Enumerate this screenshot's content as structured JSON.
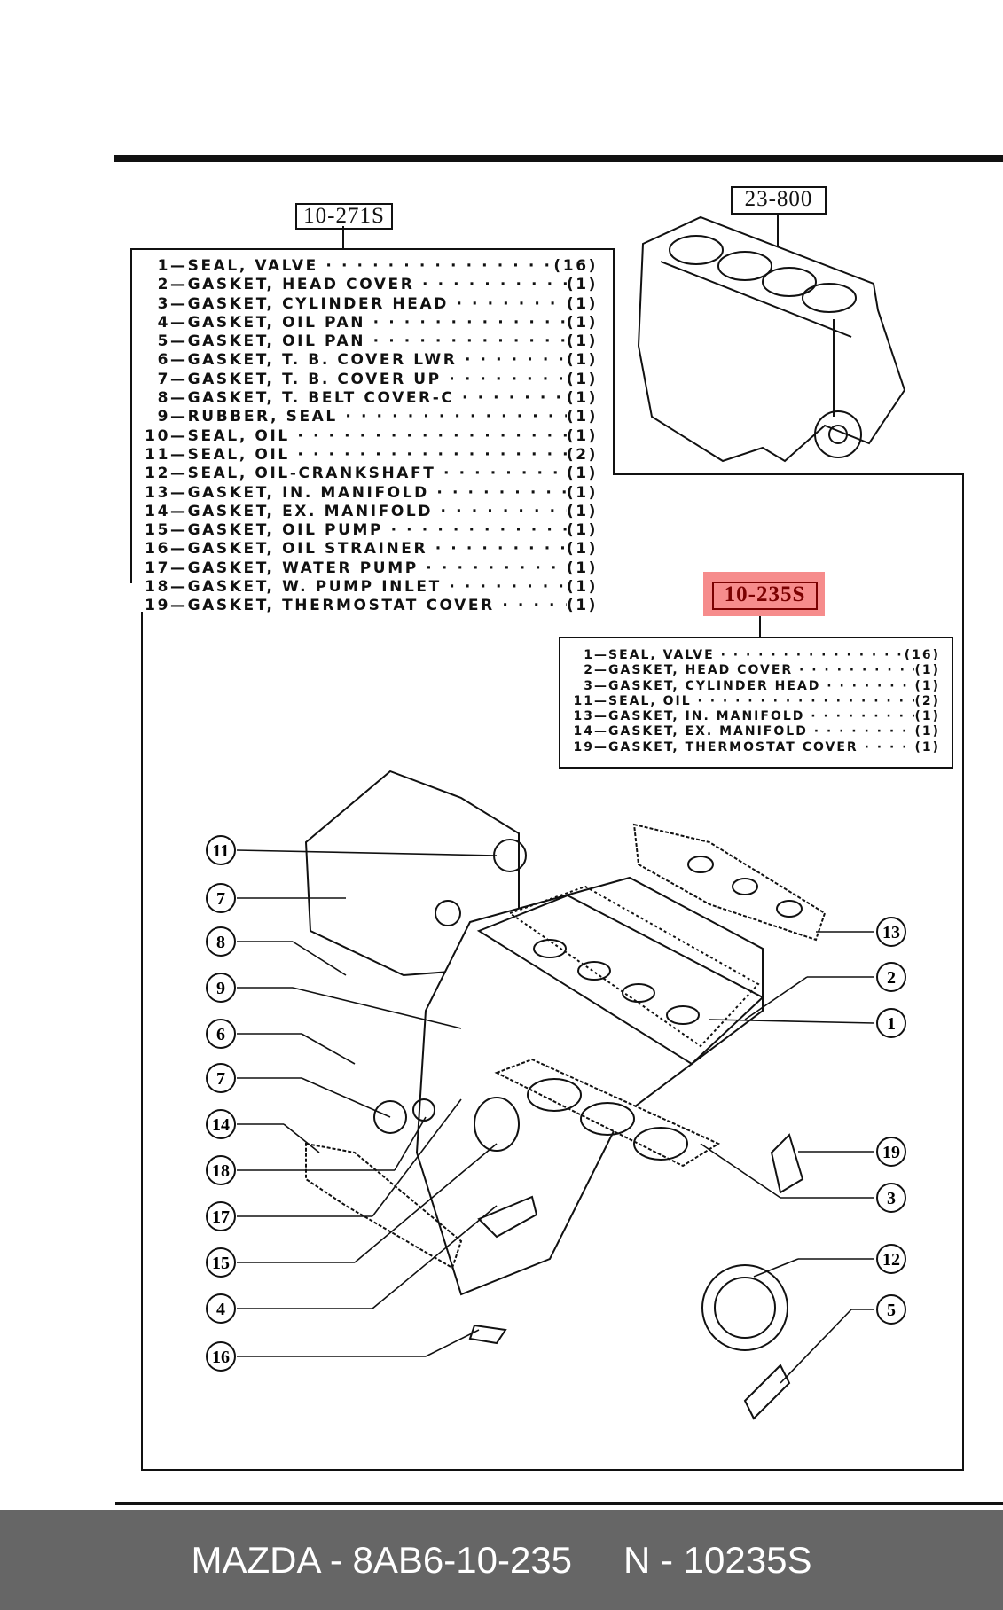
{
  "kit_labels": {
    "full_kit": "10-271S",
    "block": "23-800",
    "partial_kit": "10-235S"
  },
  "full_kit_list": [
    {
      "no": "1",
      "name": "SEAL, VALVE",
      "qty": "(16)"
    },
    {
      "no": "2",
      "name": "GASKET, HEAD COVER",
      "qty": "(1)"
    },
    {
      "no": "3",
      "name": "GASKET, CYLINDER HEAD",
      "qty": "(1)"
    },
    {
      "no": "4",
      "name": "GASKET, OIL PAN",
      "qty": "(1)"
    },
    {
      "no": "5",
      "name": "GASKET, OIL PAN",
      "qty": "(1)"
    },
    {
      "no": "6",
      "name": "GASKET, T. B. COVER LWR",
      "qty": "(1)"
    },
    {
      "no": "7",
      "name": "GASKET, T. B. COVER UP",
      "qty": "(1)"
    },
    {
      "no": "8",
      "name": "GASKET, T. BELT COVER-C",
      "qty": "(1)"
    },
    {
      "no": "9",
      "name": "RUBBER, SEAL",
      "qty": "(1)"
    },
    {
      "no": "10",
      "name": "SEAL, OIL",
      "qty": "(1)"
    },
    {
      "no": "11",
      "name": "SEAL, OIL",
      "qty": "(2)"
    },
    {
      "no": "12",
      "name": "SEAL, OIL-CRANKSHAFT",
      "qty": "(1)"
    },
    {
      "no": "13",
      "name": "GASKET, IN. MANIFOLD",
      "qty": "(1)"
    },
    {
      "no": "14",
      "name": "GASKET, EX. MANIFOLD",
      "qty": "(1)"
    },
    {
      "no": "15",
      "name": "GASKET, OIL PUMP",
      "qty": "(1)"
    },
    {
      "no": "16",
      "name": "GASKET, OIL STRAINER",
      "qty": "(1)"
    },
    {
      "no": "17",
      "name": "GASKET, WATER PUMP",
      "qty": "(1)"
    },
    {
      "no": "18",
      "name": "GASKET, W. PUMP INLET",
      "qty": "(1)"
    },
    {
      "no": "19",
      "name": "GASKET, THERMOSTAT COVER",
      "qty": "(1)"
    }
  ],
  "partial_kit_list": [
    {
      "no": "1",
      "name": "SEAL, VALVE",
      "qty": "(16)"
    },
    {
      "no": "2",
      "name": "GASKET, HEAD COVER",
      "qty": "(1)"
    },
    {
      "no": "3",
      "name": "GASKET, CYLINDER HEAD",
      "qty": "(1)"
    },
    {
      "no": "11",
      "name": "SEAL, OIL",
      "qty": "(2)"
    },
    {
      "no": "13",
      "name": "GASKET, IN. MANIFOLD",
      "qty": "(1)"
    },
    {
      "no": "14",
      "name": "GASKET, EX. MANIFOLD",
      "qty": "(1)"
    },
    {
      "no": "19",
      "name": "GASKET, THERMOSTAT COVER",
      "qty": "(1)"
    }
  ],
  "callouts_left": [
    "11",
    "7",
    "8",
    "9",
    "6",
    "7",
    "14",
    "18",
    "17",
    "15",
    "4",
    "16"
  ],
  "callouts_right": [
    "13",
    "2",
    "1",
    "19",
    "3",
    "12",
    "5"
  ],
  "footer": {
    "part_number": "MAZDA - 8AB6-10-235",
    "cross_ref": "N - 10235S"
  },
  "colors": {
    "highlight": "#f04646",
    "footer_bg": "#666666"
  }
}
